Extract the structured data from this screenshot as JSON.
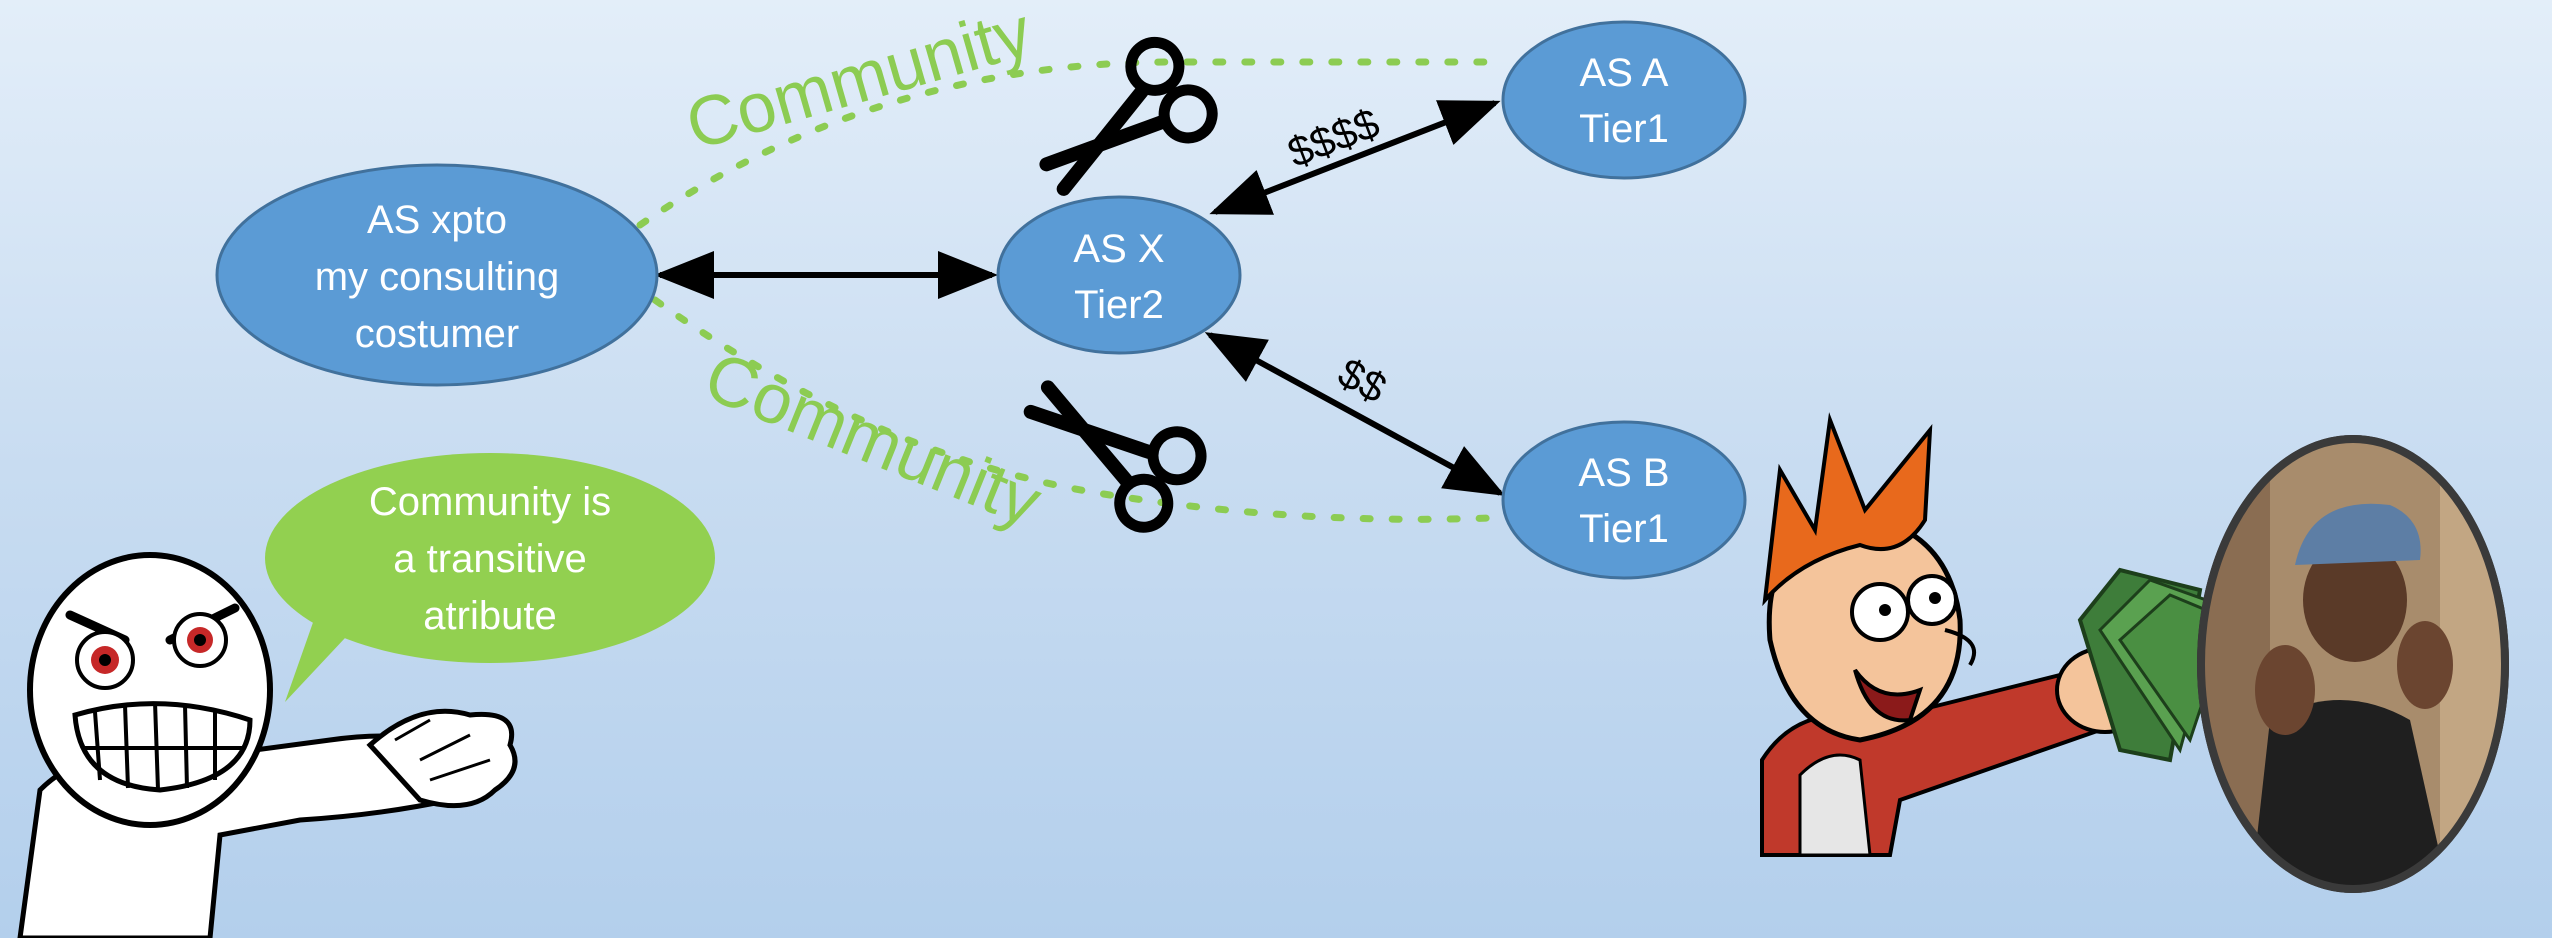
{
  "nodes": {
    "xpto": {
      "lines": [
        "AS xpto",
        "my consulting",
        "costumer"
      ]
    },
    "asx": {
      "lines": [
        "AS X",
        "Tier2"
      ]
    },
    "asa": {
      "lines": [
        "AS A",
        "Tier1"
      ]
    },
    "asb": {
      "lines": [
        "AS B",
        "Tier1"
      ]
    }
  },
  "edges": {
    "community_top": "Community",
    "community_bottom": "Community",
    "cost_asa": "$$$$",
    "cost_asb": "$$"
  },
  "bubble": {
    "lines": [
      "Community is",
      "a transitive",
      "atribute"
    ]
  },
  "colors": {
    "node_fill": "#5b9bd5",
    "node_stroke": "#41719c",
    "community": "#8ccc52",
    "bubble_fill": "#92d050"
  },
  "icons": [
    "scissors-icon",
    "rage-face-icon",
    "fry-money-icon",
    "seu-madruga-portrait-icon"
  ]
}
